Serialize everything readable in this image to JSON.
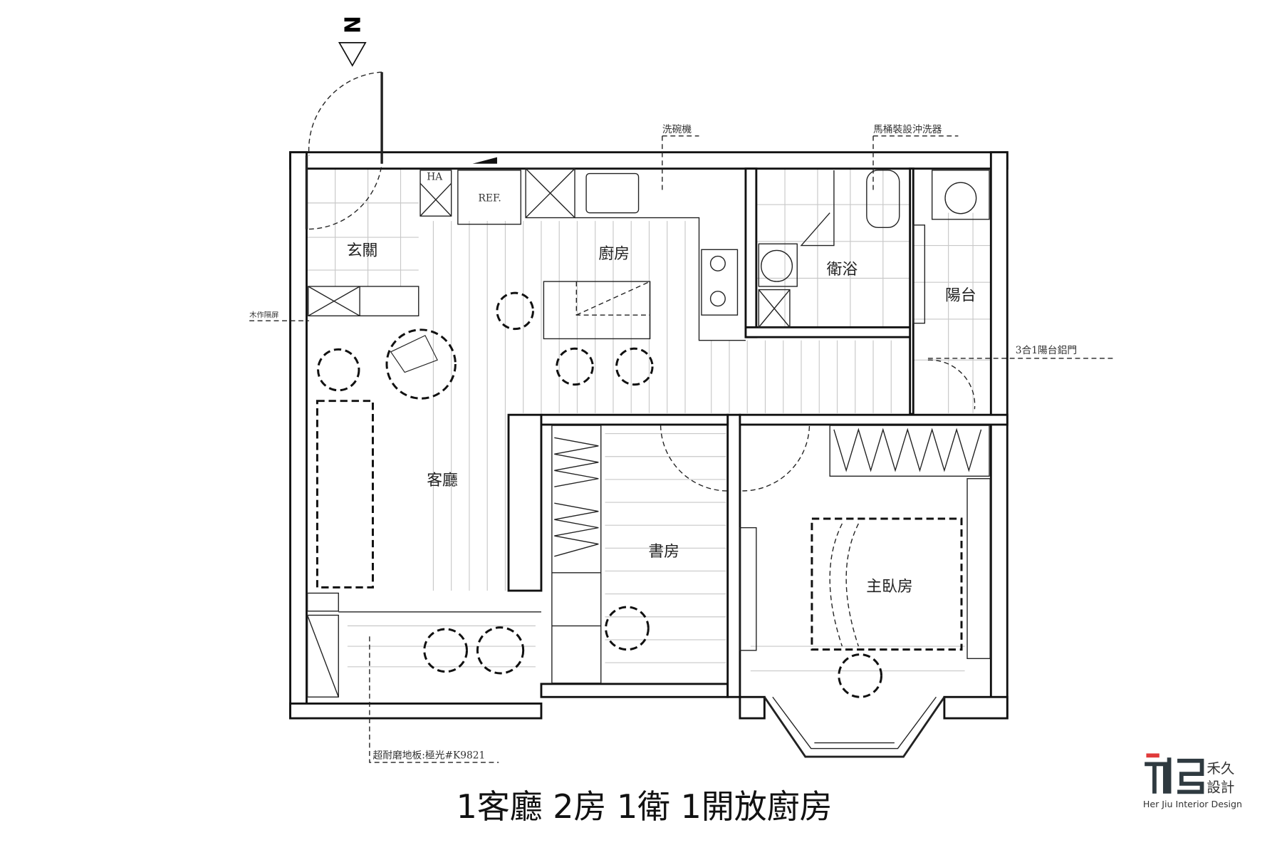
{
  "north_label": "N",
  "rooms": {
    "entry": "玄關",
    "kitchen": "廚房",
    "bathroom": "衛浴",
    "balcony": "陽台",
    "living": "客廳",
    "study": "書房",
    "master": "主臥房"
  },
  "fixtures": {
    "ha": "HA",
    "fridge": "REF."
  },
  "annotations": {
    "dishwasher": "洗碗機",
    "toilet_bidet": "馬桶裝設沖洗器",
    "wood_screen": "木作隔屏",
    "balcony_door": "3合1陽台鋁門",
    "flooring": "超耐磨地板:極光#K9821"
  },
  "title": "1客廳 2房 1衛  1開放廚房",
  "logo": {
    "name_cn_1": "禾久",
    "name_cn_2": "設計",
    "name_en": "Her Jiu Interior Design",
    "accent": "#e03a3a",
    "mark": "#2f3a40"
  }
}
